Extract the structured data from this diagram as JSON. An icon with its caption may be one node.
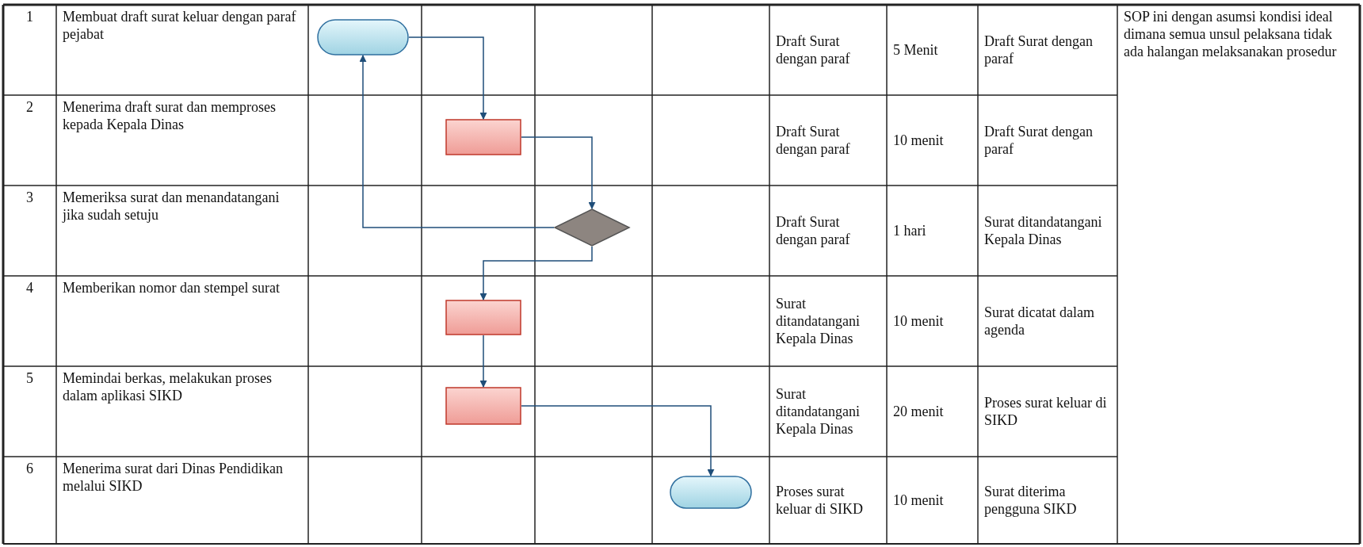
{
  "diagram": {
    "nodes": [
      {
        "text": [],
        "shape": "capsule"
      },
      {
        "text": [],
        "shape": "box"
      },
      {
        "text": [],
        "shape": "diamond"
      },
      {
        "text": [],
        "shape": "box"
      },
      {
        "text": [],
        "shape": "box"
      },
      {
        "text": [],
        "shape": "capsule"
      }
    ],
    "edges": [
      {
        "from": 0,
        "to": 1,
        "arrow": "to"
      },
      {
        "from": 1,
        "to": 2,
        "arrow": "to"
      },
      {
        "from": 2,
        "to": 0,
        "arrow": "to"
      },
      {
        "from": 2,
        "to": 3,
        "arrow": "to"
      },
      {
        "from": 3,
        "to": 4,
        "arrow": "to"
      },
      {
        "from": 4,
        "to": 5,
        "arrow": "to"
      }
    ],
    "labels": [
      "1",
      "Membuat draft surat keluar dengan paraf pejabat",
      "Draft Surat dengan paraf",
      "5 Menit",
      "Draft Surat dengan paraf",
      "SOP ini dengan asumsi kondisi ideal dimana semua unsul pelaksana tidak ada halangan melaksanakan prosedur",
      "2",
      "Menerima draft surat dan memproses kepada Kepala Dinas",
      "Draft Surat dengan paraf",
      "10 menit",
      "Draft Surat dengan paraf",
      "3",
      "Memeriksa surat dan menandatangani jika sudah setuju",
      "Draft Surat dengan paraf",
      "1 hari",
      "Surat ditandatangani Kepala Dinas",
      "4",
      "Memberikan nomor dan stempel surat",
      "Surat ditandatangani Kepala Dinas",
      "10 menit",
      "Surat dicatat dalam agenda",
      "5",
      "Memindai berkas, melakukan proses dalam aplikasi SIKD",
      "Surat ditandatangani Kepala Dinas",
      "20 menit",
      "Proses surat keluar di SIKD",
      "6",
      "Menerima surat dari Dinas Pendidikan melalui SIKD",
      "Proses surat keluar di SIKD",
      "10 menit",
      "Surat diterima pengguna SIKD"
    ]
  }
}
